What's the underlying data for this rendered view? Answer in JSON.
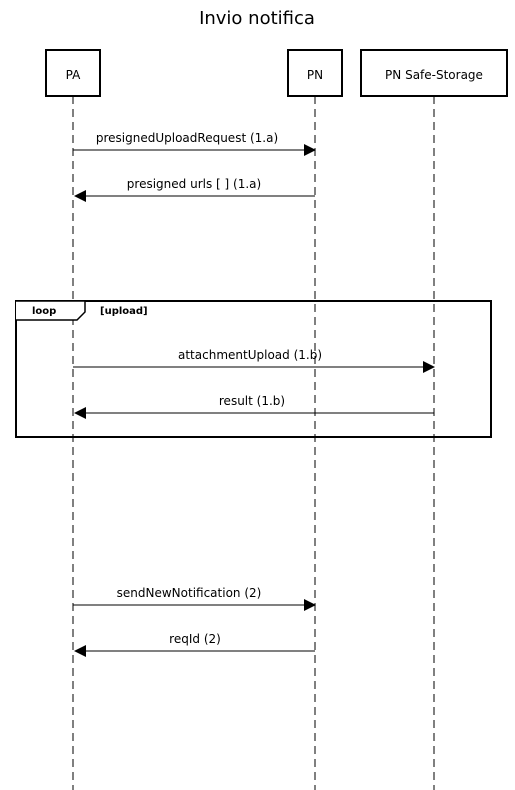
{
  "title": "Invio notifica",
  "actors": [
    {
      "id": "pa",
      "label": "PA"
    },
    {
      "id": "pn",
      "label": "PN"
    },
    {
      "id": "storage",
      "label": "PN Safe-Storage"
    }
  ],
  "messages": [
    {
      "label": "presignedUploadRequest (1.a)",
      "from": "pa",
      "to": "pn"
    },
    {
      "label": "presigned urls [ ] (1.a)",
      "from": "pn",
      "to": "pa"
    },
    {
      "label": "attachmentUpload (1.b)",
      "from": "pa",
      "to": "storage"
    },
    {
      "label": "result (1.b)",
      "from": "storage",
      "to": "pa"
    },
    {
      "label": "sendNewNotification (2)",
      "from": "pa",
      "to": "pn"
    },
    {
      "label": "reqId (2)",
      "from": "pn",
      "to": "pa"
    }
  ],
  "fragment": {
    "operator": "loop",
    "guard": "[upload]"
  },
  "colors": {
    "line": "#000000",
    "background": "#ffffff"
  }
}
